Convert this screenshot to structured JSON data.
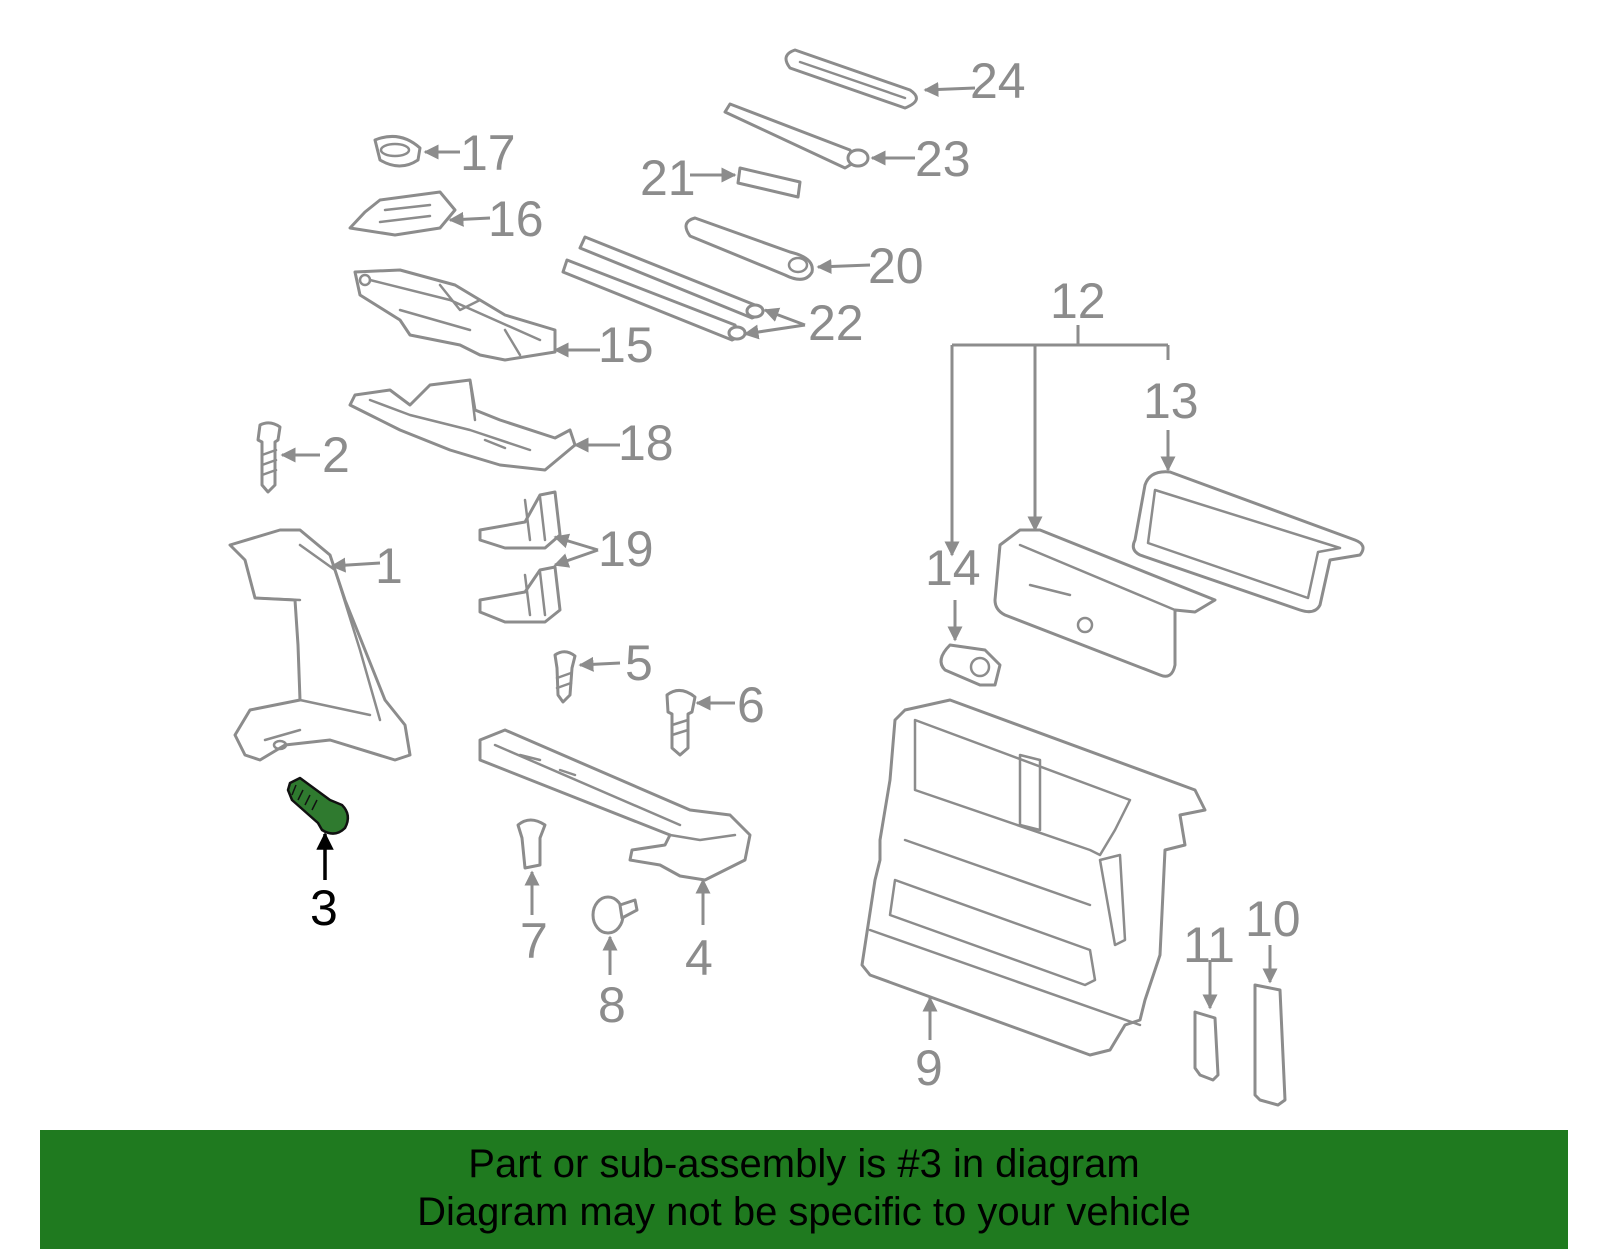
{
  "highlight_color": "#2f7a2f",
  "banner_color": "#1f7a1f",
  "callouts": {
    "c1": "1",
    "c2": "2",
    "c3": "3",
    "c4": "4",
    "c5": "5",
    "c6": "6",
    "c7": "7",
    "c8": "8",
    "c9": "9",
    "c10": "10",
    "c11": "11",
    "c12": "12",
    "c13": "13",
    "c14": "14",
    "c15": "15",
    "c16": "16",
    "c17": "17",
    "c18": "18",
    "c19": "19",
    "c20": "20",
    "c21": "21",
    "c22": "22",
    "c23": "23",
    "c24": "24"
  },
  "highlighted_part": "3",
  "banner": {
    "line1": "Part or sub-assembly is #3 in diagram",
    "line2": "Diagram may not be specific to your vehicle"
  }
}
